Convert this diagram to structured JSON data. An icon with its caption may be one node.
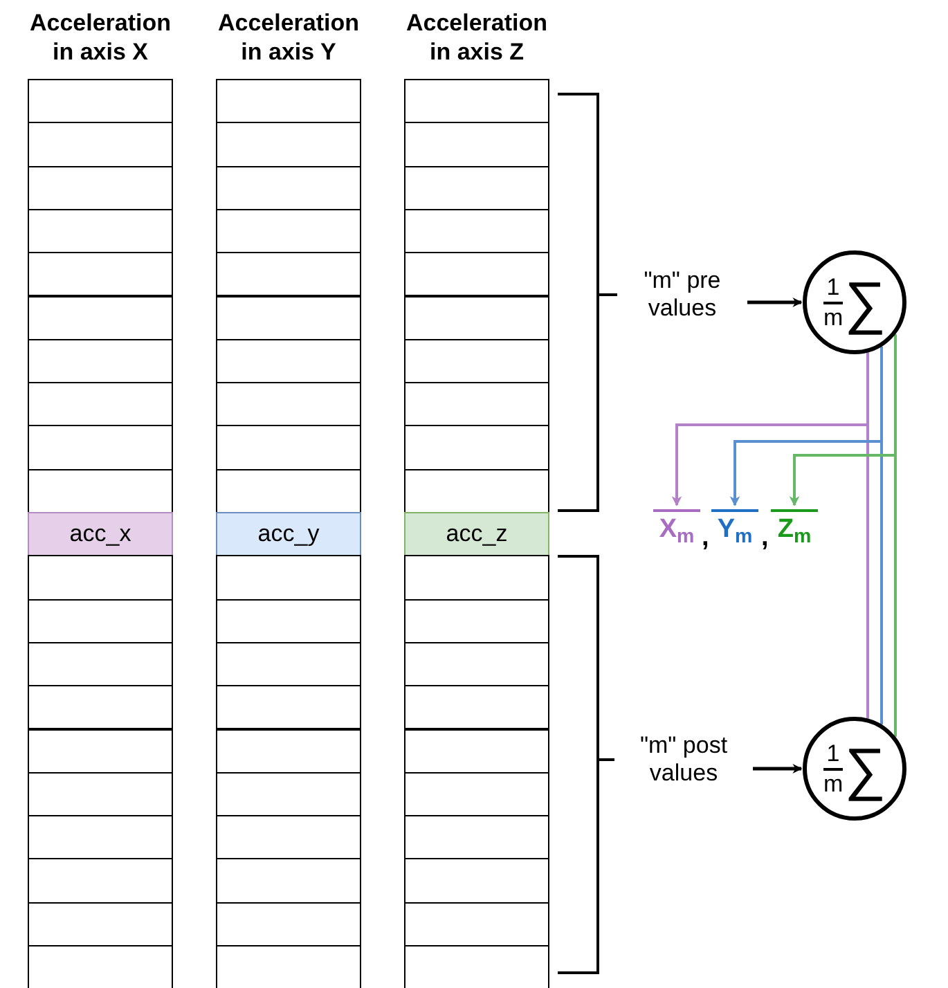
{
  "diagram": {
    "nodes": [
      {
        "text": [
          "Acceleration in axis X"
        ]
      },
      {
        "text": [],
        "shape": "box",
        "in": 0
      },
      {
        "text": [],
        "shape": "box",
        "in": 0
      },
      {
        "text": [],
        "shape": "box",
        "in": 0
      },
      {
        "text": [],
        "shape": "box",
        "in": 0
      },
      {
        "text": [],
        "shape": "box",
        "in": 0
      },
      {
        "text": [],
        "shape": "box",
        "in": 0
      },
      {
        "text": [],
        "shape": "box",
        "in": 0
      },
      {
        "text": [],
        "shape": "box",
        "in": 0
      },
      {
        "text": [],
        "shape": "box",
        "in": 0
      },
      {
        "text": [],
        "shape": "box",
        "in": 0
      },
      {
        "text": [
          "acc_x"
        ],
        "in": 0
      },
      {
        "text": [],
        "shape": "box",
        "in": 0
      },
      {
        "text": [],
        "shape": "box",
        "in": 0
      },
      {
        "text": [],
        "shape": "box",
        "in": 0
      },
      {
        "text": [],
        "shape": "box",
        "in": 0
      },
      {
        "text": [],
        "shape": "box",
        "in": 0
      },
      {
        "text": [],
        "shape": "box",
        "in": 0
      },
      {
        "text": [],
        "shape": "box",
        "in": 0
      },
      {
        "text": [],
        "shape": "box",
        "in": 0
      },
      {
        "text": [],
        "shape": "box",
        "in": 0
      },
      {
        "text": [],
        "shape": "box",
        "in": 0
      },
      {
        "text": [
          "Acceleration in axis Y"
        ]
      },
      {
        "text": [],
        "shape": "box",
        "in": 22
      },
      {
        "text": [],
        "shape": "box",
        "in": 22
      },
      {
        "text": [],
        "shape": "box",
        "in": 22
      },
      {
        "text": [],
        "shape": "box",
        "in": 22
      },
      {
        "text": [],
        "shape": "box",
        "in": 22
      },
      {
        "text": [],
        "shape": "box",
        "in": 22
      },
      {
        "text": [],
        "shape": "box",
        "in": 22
      },
      {
        "text": [],
        "shape": "box",
        "in": 22
      },
      {
        "text": [],
        "shape": "box",
        "in": 22
      },
      {
        "text": [],
        "shape": "box",
        "in": 22
      },
      {
        "text": [
          "acc_y"
        ],
        "in": 22
      },
      {
        "text": [],
        "shape": "box",
        "in": 22
      },
      {
        "text": [],
        "shape": "box",
        "in": 22
      },
      {
        "text": [],
        "shape": "box",
        "in": 22
      },
      {
        "text": [],
        "shape": "box",
        "in": 22
      },
      {
        "text": [],
        "shape": "box",
        "in": 22
      },
      {
        "text": [],
        "shape": "box",
        "in": 22
      },
      {
        "text": [],
        "shape": "box",
        "in": 22
      },
      {
        "text": [],
        "shape": "box",
        "in": 22
      },
      {
        "text": [],
        "shape": "box",
        "in": 22
      },
      {
        "text": [],
        "shape": "box",
        "in": 22
      },
      {
        "text": [
          "Acceleration in axis Z"
        ]
      },
      {
        "text": [],
        "shape": "box",
        "in": 44
      },
      {
        "text": [],
        "shape": "box",
        "in": 44
      },
      {
        "text": [],
        "shape": "box",
        "in": 44
      },
      {
        "text": [],
        "shape": "box",
        "in": 44
      },
      {
        "text": [],
        "shape": "box",
        "in": 44
      },
      {
        "text": [],
        "shape": "box",
        "in": 44
      },
      {
        "text": [],
        "shape": "box",
        "in": 44
      },
      {
        "text": [],
        "shape": "box",
        "in": 44
      },
      {
        "text": [],
        "shape": "box",
        "in": 44
      },
      {
        "text": [],
        "shape": "box",
        "in": 44
      },
      {
        "text": [
          "acc_z"
        ],
        "in": 44
      },
      {
        "text": [],
        "shape": "box",
        "in": 44
      },
      {
        "text": [],
        "shape": "box",
        "in": 44
      },
      {
        "text": [],
        "shape": "box",
        "in": 44
      },
      {
        "text": [],
        "shape": "box",
        "in": 44
      },
      {
        "text": [],
        "shape": "box",
        "in": 44
      },
      {
        "text": [],
        "shape": "box",
        "in": 44
      },
      {
        "text": [],
        "shape": "box",
        "in": 44
      },
      {
        "text": [],
        "shape": "box",
        "in": 44
      },
      {
        "text": [],
        "shape": "box",
        "in": 44
      },
      {
        "text": [],
        "shape": "box",
        "in": 44
      },
      {
        "text": [
          "\"m\" pre values"
        ]
      },
      {
        "text": [
          "1",
          "m",
          "∑"
        ]
      },
      {
        "text": [
          "\"m\" post values"
        ]
      },
      {
        "text": [
          "1",
          "m",
          "∑"
        ]
      },
      {
        "text": [
          "X$_{m}$"
        ]
      },
      {
        "text": [
          "Y$_{m}$"
        ]
      },
      {
        "text": [
          "Z$_{m}$"
        ]
      }
    ],
    "edges": [
      {
        "from": 66,
        "to": 67,
        "arrow": "to"
      },
      {
        "from": 68,
        "to": 69,
        "arrow": "to"
      },
      {
        "from": 67,
        "to": 70,
        "arrow": "to",
        "color": "#b381c9"
      },
      {
        "from": 69,
        "to": 70,
        "arrow": "to",
        "color": "#b381c9"
      },
      {
        "from": 67,
        "to": 71,
        "arrow": "to",
        "color": "#5a8fd0"
      },
      {
        "from": 69,
        "to": 71,
        "arrow": "to",
        "color": "#5a8fd0"
      },
      {
        "from": 67,
        "to": 72,
        "arrow": "to",
        "color": "#66b866"
      },
      {
        "from": 69,
        "to": 72,
        "arrow": "to",
        "color": "#66b866"
      }
    ],
    "labels": [
      ",",
      ","
    ]
  }
}
